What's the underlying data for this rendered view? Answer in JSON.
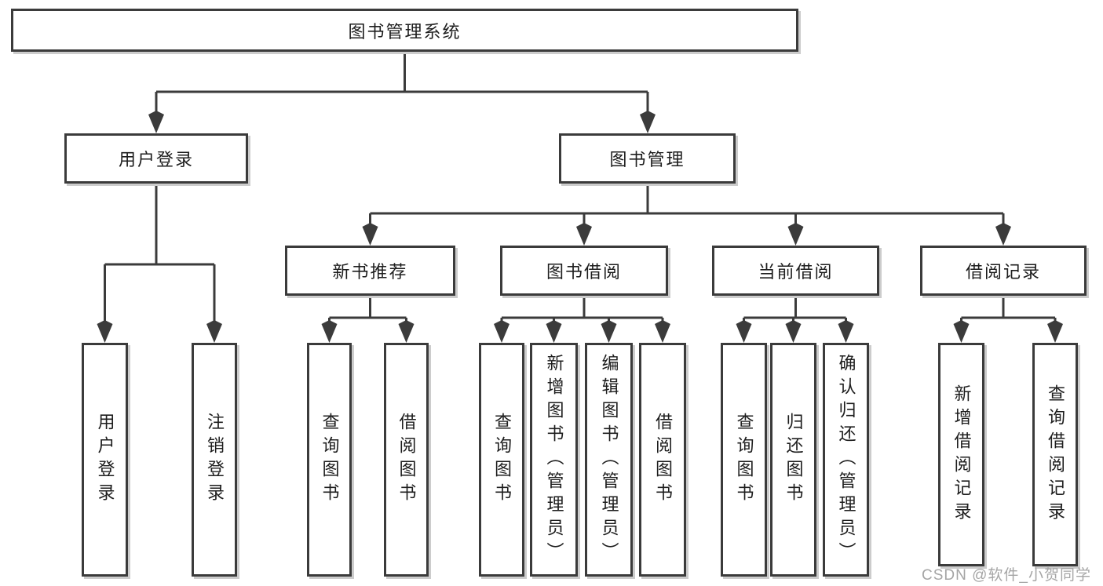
{
  "tree": {
    "root": {
      "label": "图书管理系统",
      "children": [
        {
          "label": "用户登录",
          "children": [
            {
              "label": "用户登录"
            },
            {
              "label": "注销登录"
            }
          ]
        },
        {
          "label": "图书管理",
          "children": [
            {
              "label": "新书推荐",
              "children": [
                {
                  "label": "查询图书"
                },
                {
                  "label": "借阅图书"
                }
              ]
            },
            {
              "label": "图书借阅",
              "children": [
                {
                  "label": "查询图书"
                },
                {
                  "label": "新增图书（管理员）"
                },
                {
                  "label": "编辑图书（管理员）"
                },
                {
                  "label": "借阅图书"
                }
              ]
            },
            {
              "label": "当前借阅",
              "children": [
                {
                  "label": "查询图书"
                },
                {
                  "label": "归还图书"
                },
                {
                  "label": "确认归还（管理员）"
                }
              ]
            },
            {
              "label": "借阅记录",
              "children": [
                {
                  "label": "新增借阅记录"
                },
                {
                  "label": "查询借阅记录"
                }
              ]
            }
          ]
        }
      ]
    }
  },
  "watermark": {
    "text": "CSDN @软件_小贺同学"
  },
  "colors": {
    "line": "#3b3b3b",
    "text": "#1d1d1d",
    "watermark": "#a5a5a5",
    "background": "#ffffff"
  }
}
